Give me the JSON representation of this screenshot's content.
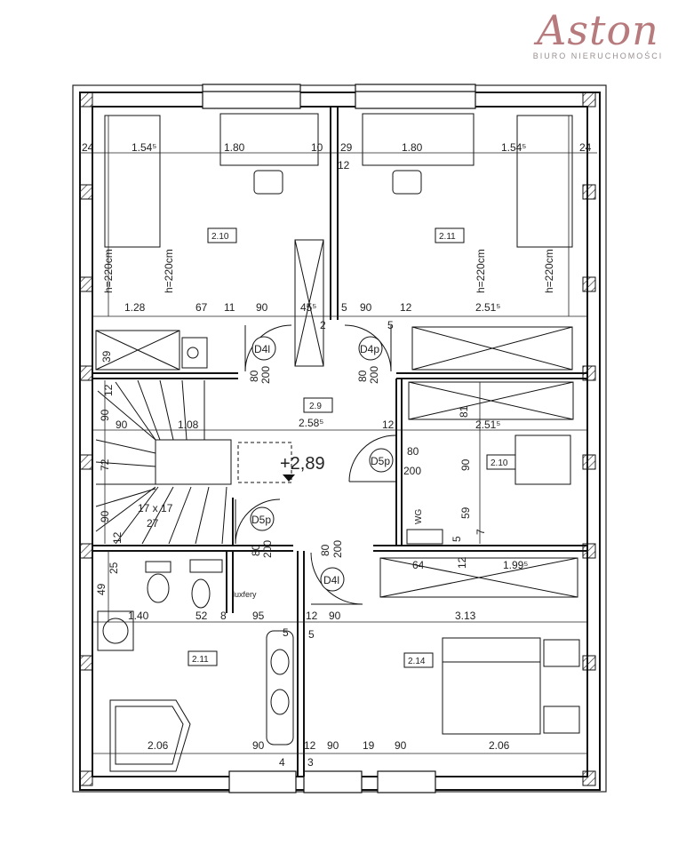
{
  "logo": {
    "mark": "Aston",
    "subtitle": "BIURO NIERUCHOMOŚCI"
  },
  "rooms": {
    "r_210_a": "2.10",
    "r_211_a": "2.11",
    "r_29": "2.9",
    "r_210_b": "2.10",
    "r_211_b": "2.11",
    "r_214": "2.14"
  },
  "heights": {
    "h1": "h=220cm",
    "h2": "h=220cm",
    "h3": "h=220cm",
    "h4": "h=220cm"
  },
  "level": "+2,89",
  "doors": {
    "d4l_a": "D4l",
    "d4p": "D4p",
    "d5p_a": "D5p",
    "d5p_b": "D5p",
    "d4l_b": "D4l"
  },
  "labels": {
    "wg": "WG",
    "luxfery": "luxfery",
    "stairs": "17 x 17",
    "stairs_b": "27"
  },
  "dims": {
    "d1": "24",
    "d2": "1.54⁵",
    "d3": "1.80",
    "d4": "10",
    "d5": "29",
    "d6": "1.80",
    "d7": "1.54⁵",
    "d8": "24",
    "d9": "12",
    "d10": "1.28",
    "d11": "67",
    "d12": "11",
    "d13": "90",
    "d14": "45⁵",
    "d15": "5",
    "d16": "90",
    "d17": "12",
    "d18": "2.51⁵",
    "d19": "2",
    "d20": "5",
    "d21": "39",
    "d22": "80",
    "d23": "200",
    "d24": "80",
    "d25": "200",
    "d26": "12",
    "d27": "90",
    "d28": "90",
    "d29": "1.08",
    "d30": "2.58⁵",
    "d31": "12",
    "d32": "81",
    "d33": "2.51⁵",
    "d34": "72",
    "d35": "80",
    "d36": "200",
    "d37": "90",
    "d38": "90",
    "d39": "12",
    "d40": "80",
    "d41": "200",
    "d42": "59",
    "d43": "5",
    "d44": "7",
    "d45": "80",
    "d46": "200",
    "d47": "25",
    "d48": "64",
    "d49": "12",
    "d50": "1.99⁵",
    "d51": "49",
    "d52": "1.40",
    "d53": "52",
    "d54": "8",
    "d55": "95",
    "d56": "12",
    "d57": "90",
    "d58": "3.13",
    "d59": "5",
    "d60": "5",
    "d61": "2.06",
    "d62": "90",
    "d63": "12",
    "d64": "90",
    "d65": "19",
    "d66": "90",
    "d67": "2.06",
    "d68": "4",
    "d69": "3"
  }
}
